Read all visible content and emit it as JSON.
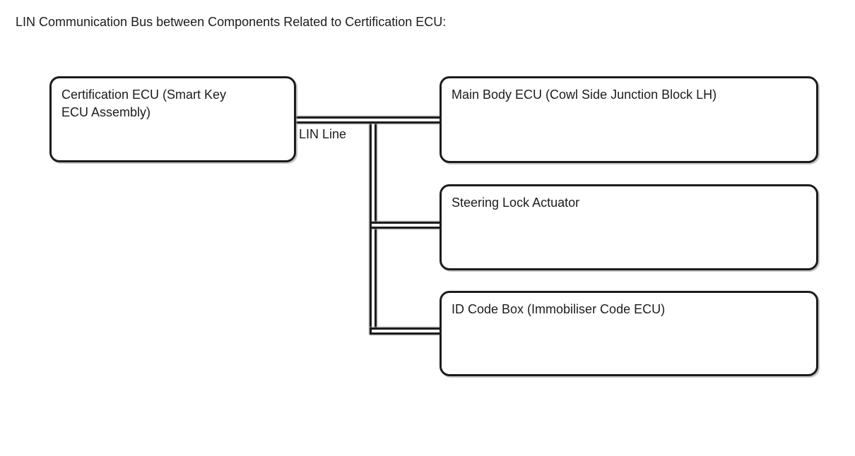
{
  "page": {
    "title": "LIN Communication Bus between Components Related to Certification ECU:"
  },
  "diagram": {
    "type": "bus-topology",
    "bus_label": "LIN Line",
    "nodes": [
      {
        "label": "Certification ECU (Smart Key ECU Assembly)"
      },
      {
        "label": "Main Body ECU (Cowl Side Junction Block LH)"
      },
      {
        "label": "Steering Lock Actuator"
      },
      {
        "label": "ID Code Box (Immobiliser Code ECU)"
      }
    ],
    "connections": [
      {
        "from": "Certification ECU (Smart Key ECU Assembly)",
        "to": "Main Body ECU (Cowl Side Junction Block LH)",
        "via": "LIN Line"
      },
      {
        "from": "Certification ECU (Smart Key ECU Assembly)",
        "to": "Steering Lock Actuator",
        "via": "LIN Line"
      },
      {
        "from": "Certification ECU (Smart Key ECU Assembly)",
        "to": "ID Code Box (Immobiliser Code ECU)",
        "via": "LIN Line"
      }
    ],
    "colors": {
      "line": "#1c1c1c",
      "text": "#1c1c1c",
      "background": "#ffffff",
      "shadow": "#b0b0b0"
    }
  }
}
